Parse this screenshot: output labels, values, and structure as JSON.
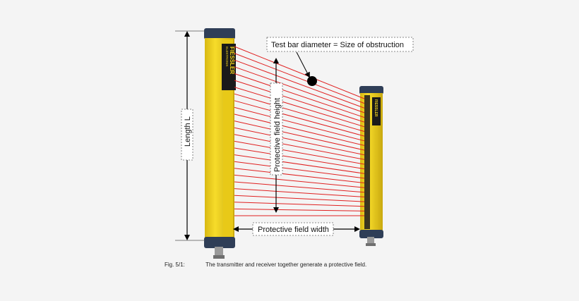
{
  "diagram": {
    "brand": "FIESSLER",
    "brand_sub": "ELEKTRONIK",
    "labels": {
      "length": "Length  L",
      "height": "Protective field height",
      "width": "Protective field width",
      "test_bar": "Test bar diameter = Size of obstruction"
    },
    "beam_count": 26,
    "colors": {
      "housing": "#f2d31d",
      "housing_dark": "#c9a90f",
      "cap": "#2f3e57",
      "beam": "#e02020",
      "test_bar": "#000000"
    }
  },
  "caption": {
    "fig_no": "Fig. 5/1:",
    "text": "The transmitter and receiver together generate a protective field."
  }
}
